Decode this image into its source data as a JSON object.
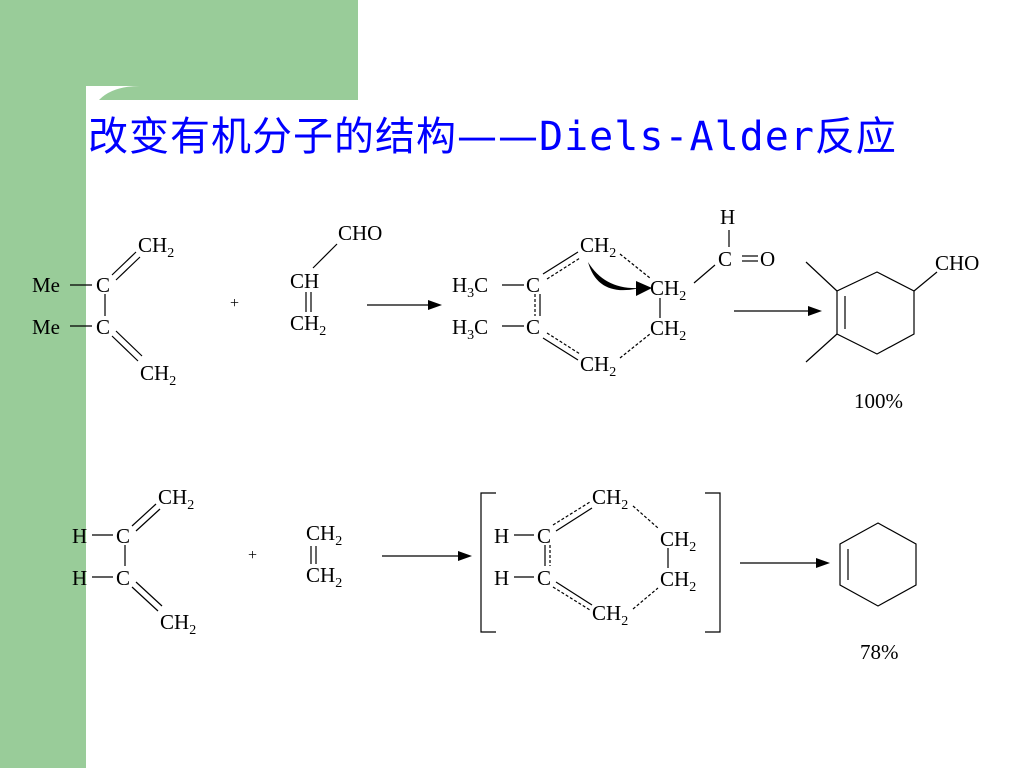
{
  "slide": {
    "title_cn": "改变有机分子的结构——",
    "title_latin": "Diels-Alder",
    "title_tail": "反应",
    "accent_color": "#99cc99",
    "title_color": "#0000ff"
  },
  "labels": {
    "ch2": "CH",
    "sub2": "2",
    "sub3": "3",
    "me": "Me",
    "c": "C",
    "h": "H",
    "ch": "CH",
    "cho": "CHO",
    "o": "O",
    "plus": "+",
    "h3c_h": "H",
    "h3c_c": "C"
  },
  "reaction1": {
    "yield": "100%"
  },
  "reaction2": {
    "yield": "78%"
  }
}
